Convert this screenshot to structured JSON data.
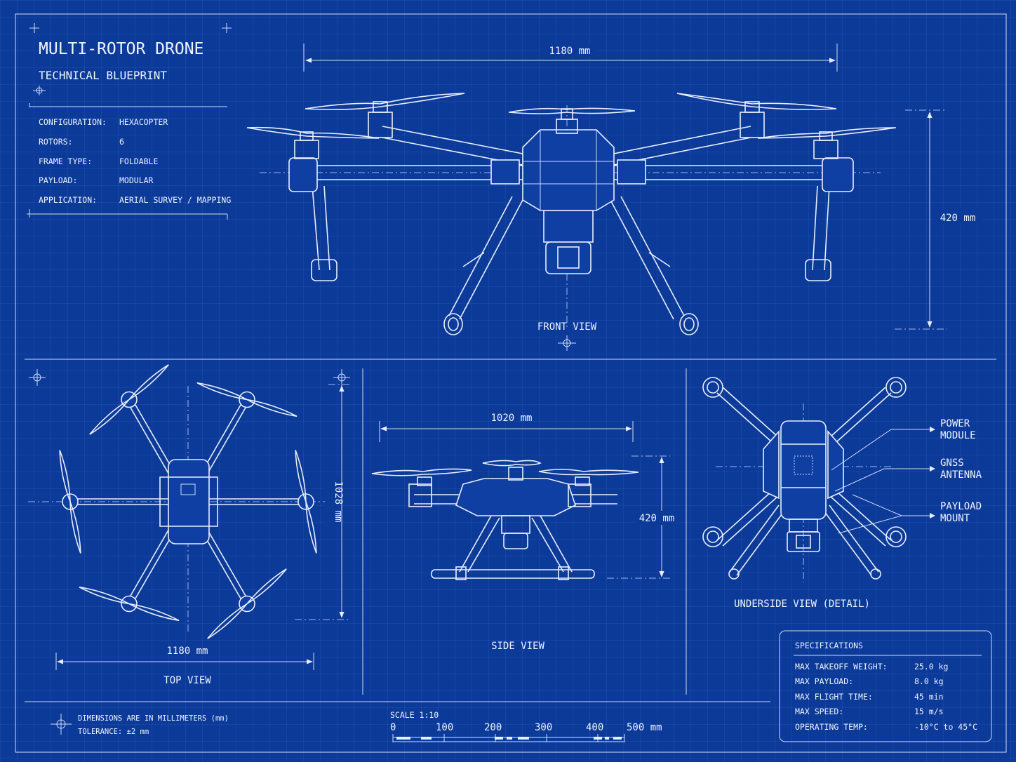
{
  "title": "MULTI-ROTOR DRONE",
  "subtitle": "TECHNICAL BLUEPRINT",
  "properties": [
    {
      "label": "CONFIGURATION:",
      "value": "HEXACOPTER"
    },
    {
      "label": "ROTORS:",
      "value": "6"
    },
    {
      "label": "FRAME TYPE:",
      "value": "FOLDABLE"
    },
    {
      "label": "PAYLOAD:",
      "value": "MODULAR"
    },
    {
      "label": "APPLICATION:",
      "value": "AERIAL SURVEY / MAPPING"
    }
  ],
  "front_view": {
    "label": "FRONT VIEW",
    "width_dim": "1180 mm",
    "height_dim": "420 mm"
  },
  "top_view": {
    "label": "TOP VIEW",
    "width_dim": "1180 mm",
    "height_dim": "1028 mm"
  },
  "side_view": {
    "label": "SIDE VIEW",
    "width_dim": "1020 mm",
    "height_dim": "420 mm"
  },
  "underside_view": {
    "label": "UNDERSIDE VIEW (DETAIL)",
    "callouts": [
      {
        "line1": "POWER",
        "line2": "MODULE"
      },
      {
        "line1": "GNSS",
        "line2": "ANTENNA"
      },
      {
        "line1": "PAYLOAD",
        "line2": "MOUNT"
      }
    ]
  },
  "specifications": {
    "title": "SPECIFICATIONS",
    "rows": [
      {
        "label": "MAX TAKEOFF WEIGHT:",
        "value": "25.0 kg"
      },
      {
        "label": "MAX PAYLOAD:",
        "value": "8.0 kg"
      },
      {
        "label": "MAX FLIGHT TIME:",
        "value": "45 min"
      },
      {
        "label": "MAX SPEED:",
        "value": "15 m/s"
      },
      {
        "label": "OPERATING TEMP:",
        "value": "-10°C to 45°C"
      }
    ]
  },
  "notes": {
    "line1": "DIMENSIONS ARE IN MILLIMETERS (mm)",
    "line2": "TOLERANCE: ±2 mm"
  },
  "scale": {
    "label": "SCALE 1:10",
    "ticks": [
      "0",
      "100",
      "200",
      "300",
      "400",
      "500 mm"
    ]
  },
  "colors": {
    "background": "#0c3a98",
    "line": "#e8eefc"
  }
}
